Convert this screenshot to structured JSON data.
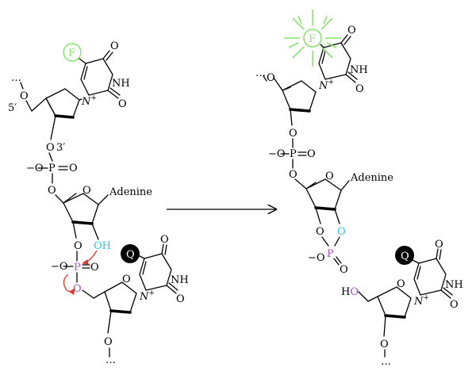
{
  "colors": {
    "fluor": "#86e36b",
    "cyan": "#2cc6e0",
    "magenta": "#b04fc4",
    "arrow_red": "#d83a2e",
    "black": "#000000"
  },
  "labels": {
    "fluor": "F",
    "quencher": "Q",
    "o": "O",
    "n": "N",
    "nh": "NH",
    "p": "P",
    "minus": "−",
    "oh": "OH",
    "ho": "HO",
    "adenine": "Adenine",
    "five_prime": "5′",
    "three_prime": "3′",
    "ellipsis": "…",
    "plus": "+"
  },
  "icons": {
    "reaction_arrow": "arrow-right-icon",
    "electron_push": "curved-arrow-icon"
  }
}
